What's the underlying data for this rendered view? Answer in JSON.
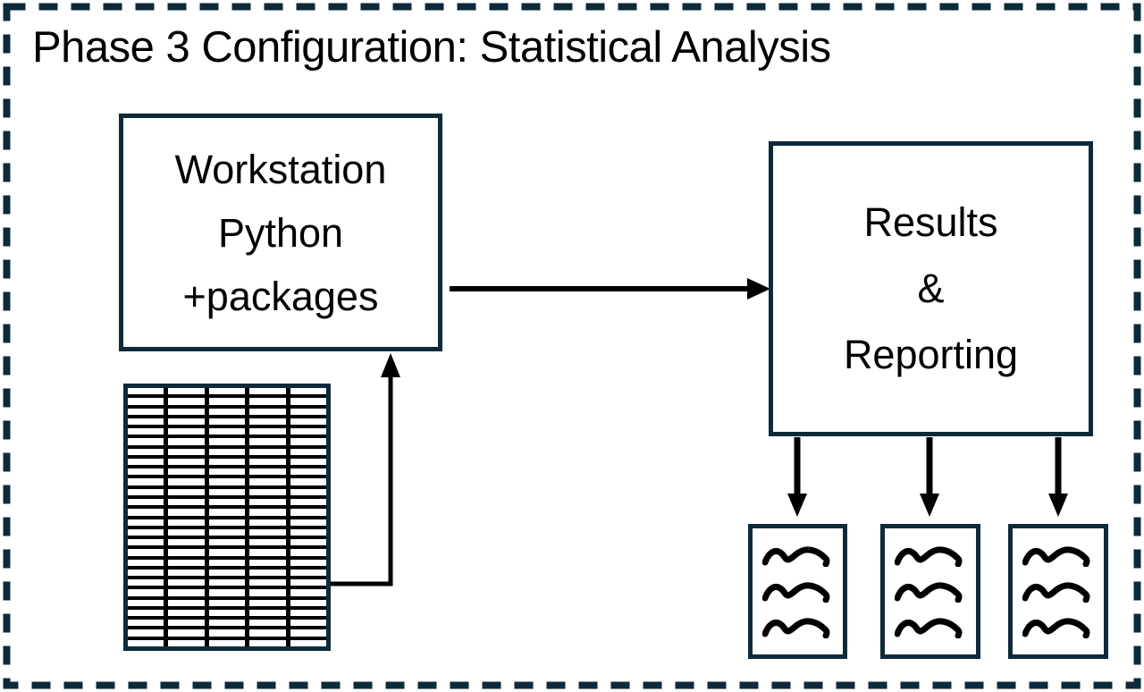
{
  "diagram": {
    "title": "Phase 3 Configuration: Statistical Analysis",
    "nodes": {
      "workstation": {
        "label": "Workstation\nPython\n+packages"
      },
      "results": {
        "label": "Results\n&\nReporting"
      }
    },
    "spreadsheet": {
      "rows": 26,
      "cols": 5
    },
    "documents": {
      "count": 3,
      "lines_per_document": 3
    },
    "colors": {
      "outline": "#0d2a3a",
      "ink": "#000000",
      "canvas": "#ffffff"
    }
  }
}
